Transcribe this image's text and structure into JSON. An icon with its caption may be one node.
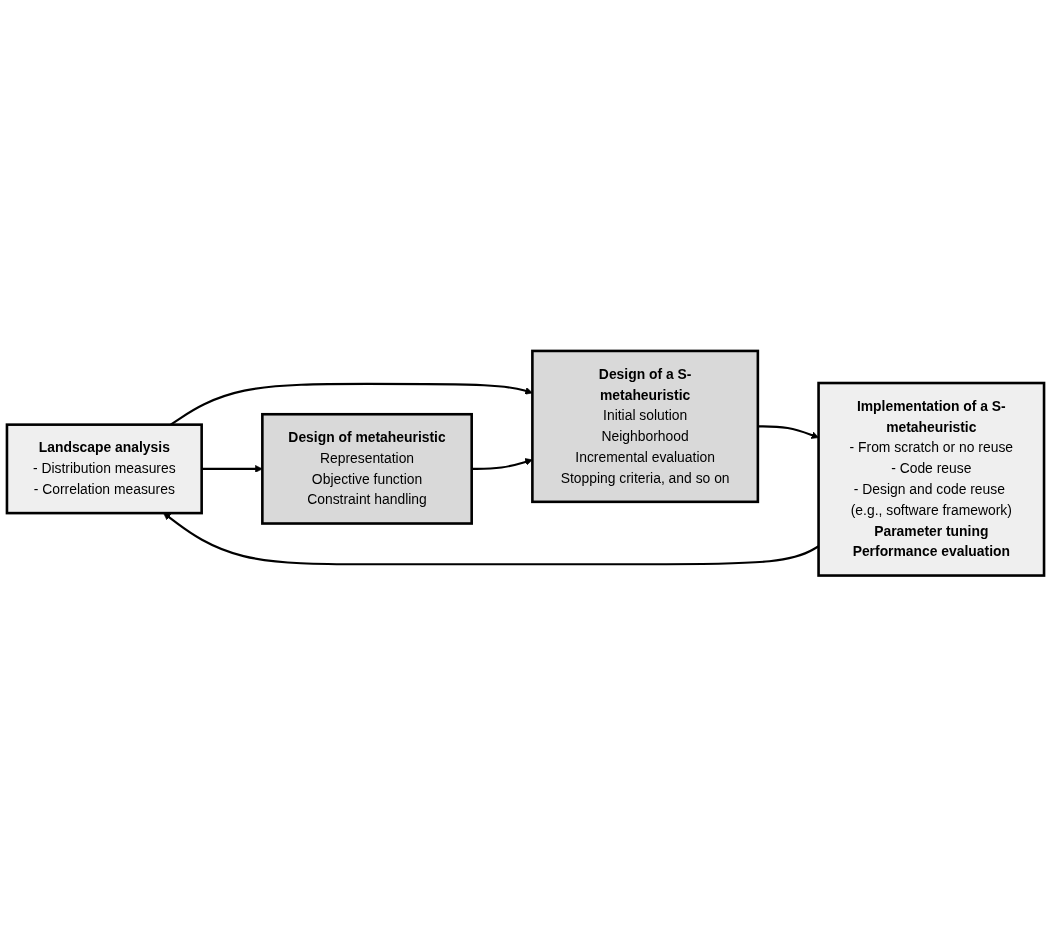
{
  "diagram": {
    "nodes": [
      {
        "text": [
          "Landscape analysis",
          "- Distribution measures",
          "- Correlation measures"
        ]
      },
      {
        "text": [
          "Design of metaheuristic",
          "Representation",
          "Objective function",
          "Constraint handling"
        ]
      },
      {
        "text": [
          "Design of a S-metaheuristic",
          "Initial solution",
          "Neighborhood",
          "Incremental evaluation",
          "Stopping criteria, and so on"
        ]
      },
      {
        "text": [
          "Implementation of a S-metaheuristic",
          "- From scratch or no reuse",
          "- Code reuse",
          "- Design and code reuse (e.g., software framework)",
          "Parameter tuning",
          "Performance evaluation"
        ]
      }
    ],
    "edges": [
      {
        "from": 0,
        "to": 1,
        "arrow": "to"
      },
      {
        "from": 0,
        "to": 2,
        "arrow": "to"
      },
      {
        "from": 1,
        "to": 2,
        "arrow": "to"
      },
      {
        "from": 2,
        "to": 3,
        "arrow": "to"
      },
      {
        "from": 3,
        "to": 0,
        "arrow": "to"
      }
    ]
  }
}
